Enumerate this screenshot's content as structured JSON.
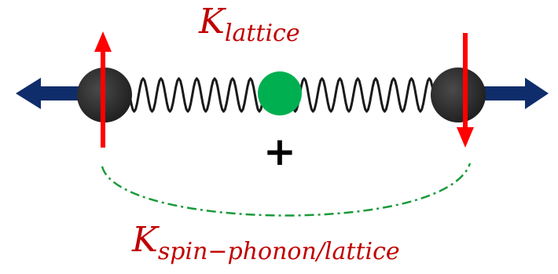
{
  "labels": {
    "lattice": {
      "main": "K",
      "sub": "lattice"
    },
    "spin_phonon": {
      "main": "K",
      "sub": "spin−phonon/lattice"
    }
  },
  "center_symbol": "+",
  "icons": {
    "left_atom": "dark-sphere",
    "right_atom": "dark-sphere",
    "center": "green-dot",
    "left_spin": "red-up-arrow",
    "right_spin": "red-down-arrow",
    "left_motion": "navy-left-arrow",
    "right_motion": "navy-right-arrow",
    "link": "dashed-green-arc"
  },
  "colors": {
    "label": "#c00000",
    "spin_arrow": "#ff0000",
    "motion_arrow": "#0f2d6b",
    "atom": "#2d2d2d",
    "spring": "#1a1a1a",
    "center_dot": "#00b050",
    "dashed_arc": "#1a9a3a"
  }
}
